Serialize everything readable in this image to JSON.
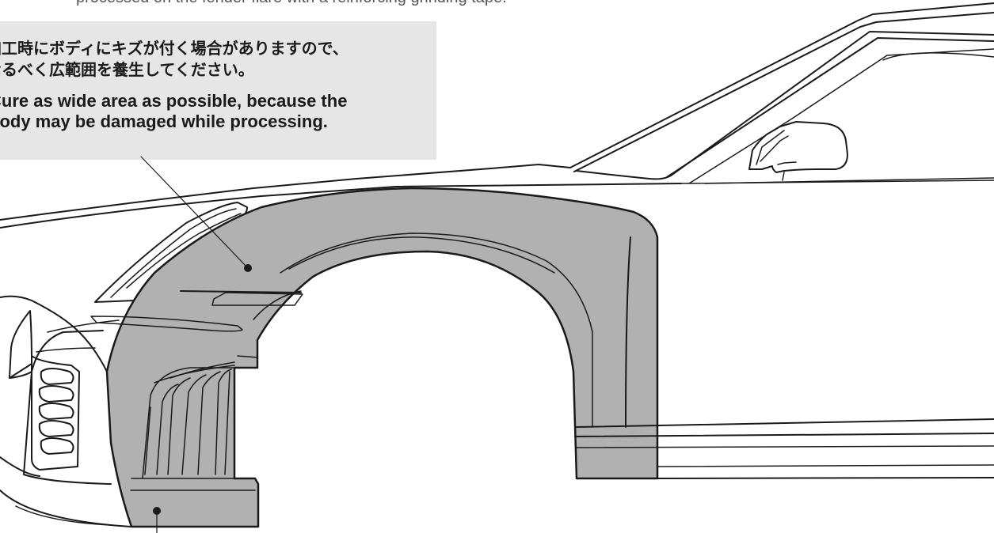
{
  "top_caption_fragment": "processed on the fender flare with a reinforcing grinding tape.",
  "callout": {
    "jp_line1": "加工時にボディにキズが付く場合がありますので、",
    "jp_line2": "なるべく広範囲を養生してください。",
    "en_line1": "Cure as wide area as possible, because the",
    "en_line2": "body may be damaged while processing."
  },
  "colors": {
    "callout_bg": "#e6e6e6",
    "fender_fill": "#b1b1b1",
    "outline": "#1a1a1a"
  }
}
